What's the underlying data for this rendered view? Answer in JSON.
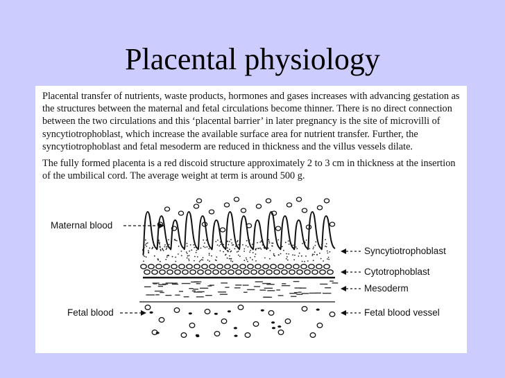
{
  "slide": {
    "title": "Placental physiology",
    "background": "#ccccff"
  },
  "text": {
    "paragraph1": "Placental transfer of nutrients, waste products, hormones and gases increases with advancing gestation as the structures between the maternal and fetal circulations become thinner. There is no direct connection between the two circulations and this ‘placental barrier’ in later pregnancy is the site of microvilli of syncytiotrophoblast, which increase the available surface area for nutrient transfer. Further, the syncytiotrophoblast and fetal mesoderm are reduced in thickness and the villus vessels dilate.",
    "paragraph2": "The fully formed placenta is a red discoid structure approximately 2 to 3 cm in thickness at the insertion of the umbilical cord. The average weight at term is around 500 g."
  },
  "diagram": {
    "labels": {
      "maternal_blood": "Maternal blood",
      "fetal_blood": "Fetal blood",
      "syncytiotrophoblast": "Syncytiotrophoblast",
      "cytotrophoblast": "Cytotrophoblast",
      "mesoderm": "Mesoderm",
      "fetal_blood_vessel": "Fetal blood vessel"
    }
  }
}
